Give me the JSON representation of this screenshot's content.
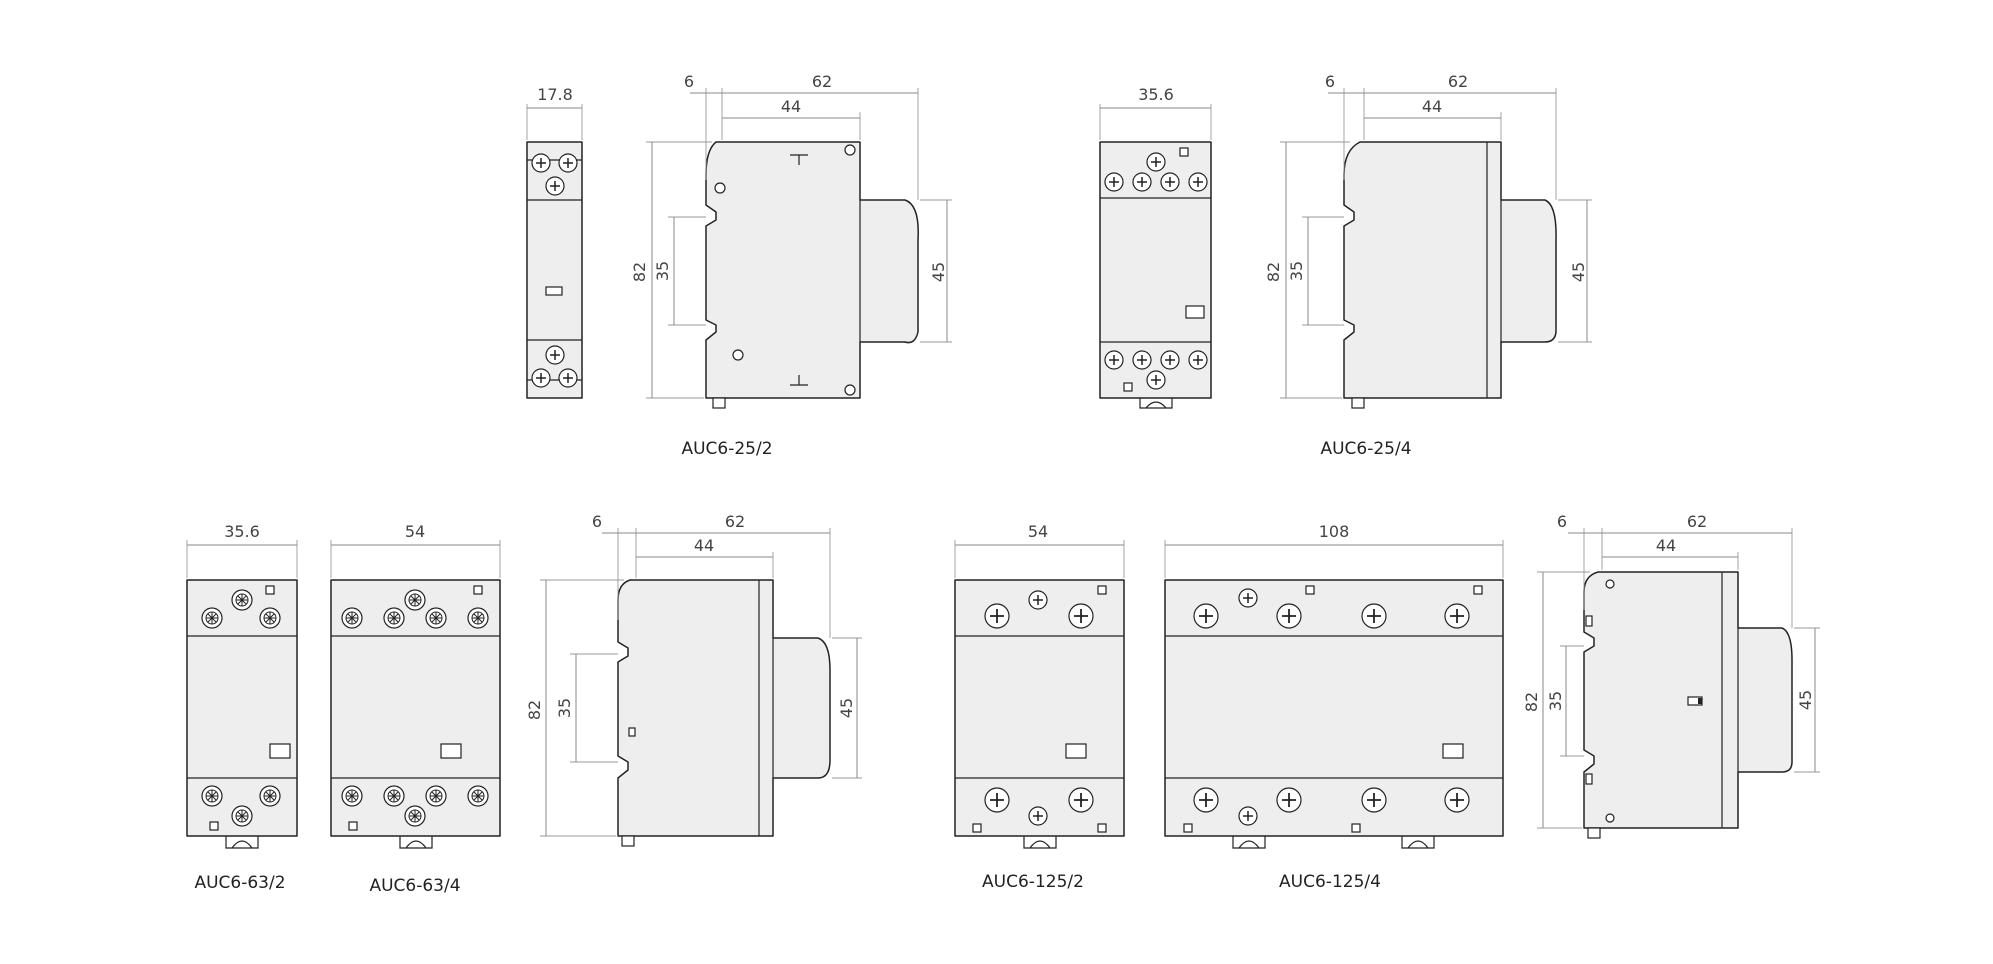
{
  "top_row": {
    "auc6_25_2": {
      "label": "AUC6-25/2",
      "front_width": "17.8",
      "side_dims": {
        "offset": "6",
        "depth": "62",
        "body": "44",
        "height": "82",
        "rail": "35",
        "front": "45"
      }
    },
    "auc6_25_4": {
      "label": "AUC6-25/4",
      "front_width": "35.6",
      "side_dims": {
        "offset": "6",
        "depth": "62",
        "body": "44",
        "height": "82",
        "rail": "35",
        "front": "45"
      }
    }
  },
  "bottom_row": {
    "auc6_63_2": {
      "label": "AUC6-63/2",
      "width": "35.6"
    },
    "auc6_63_4": {
      "label": "AUC6-63/4",
      "width": "54"
    },
    "side_63": {
      "offset": "6",
      "depth": "62",
      "body": "44",
      "height": "82",
      "rail": "35",
      "front": "45"
    },
    "auc6_125_2": {
      "label": "AUC6-125/2",
      "width": "54"
    },
    "auc6_125_4": {
      "label": "AUC6-125/4",
      "width": "108"
    },
    "side_125": {
      "offset": "6",
      "depth": "62",
      "body": "44",
      "height": "82",
      "rail": "35",
      "front": "45"
    }
  }
}
